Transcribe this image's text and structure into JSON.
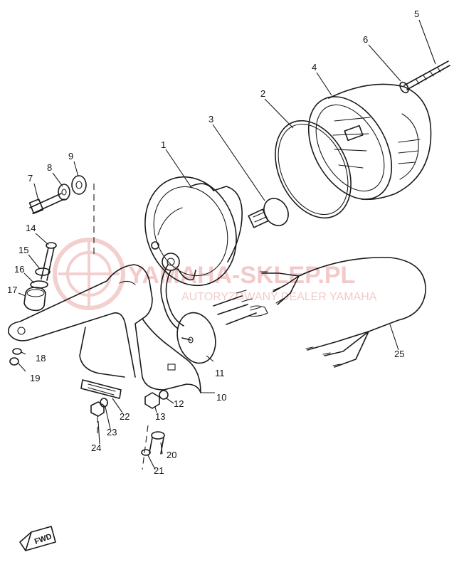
{
  "watermark": {
    "title": "YAMAHA-SKLEP.PL",
    "subtitle": "AUTORYZOWANY DEALER YAMAHA",
    "color": "#e9a0a0"
  },
  "fwd_label": "FWD",
  "callouts": [
    {
      "id": "1",
      "label": "1"
    },
    {
      "id": "2",
      "label": "2"
    },
    {
      "id": "3",
      "label": "3"
    },
    {
      "id": "4",
      "label": "4"
    },
    {
      "id": "5",
      "label": "5"
    },
    {
      "id": "6",
      "label": "6"
    },
    {
      "id": "7",
      "label": "7"
    },
    {
      "id": "8",
      "label": "8"
    },
    {
      "id": "9",
      "label": "9"
    },
    {
      "id": "10",
      "label": "10"
    },
    {
      "id": "11",
      "label": "11"
    },
    {
      "id": "12",
      "label": "12"
    },
    {
      "id": "13",
      "label": "13"
    },
    {
      "id": "14",
      "label": "14"
    },
    {
      "id": "15",
      "label": "15"
    },
    {
      "id": "16",
      "label": "16"
    },
    {
      "id": "17",
      "label": "17"
    },
    {
      "id": "18",
      "label": "18"
    },
    {
      "id": "19",
      "label": "19"
    },
    {
      "id": "20",
      "label": "20"
    },
    {
      "id": "21",
      "label": "21"
    },
    {
      "id": "22",
      "label": "22"
    },
    {
      "id": "23",
      "label": "23"
    },
    {
      "id": "24",
      "label": "24"
    },
    {
      "id": "25",
      "label": "25"
    }
  ]
}
